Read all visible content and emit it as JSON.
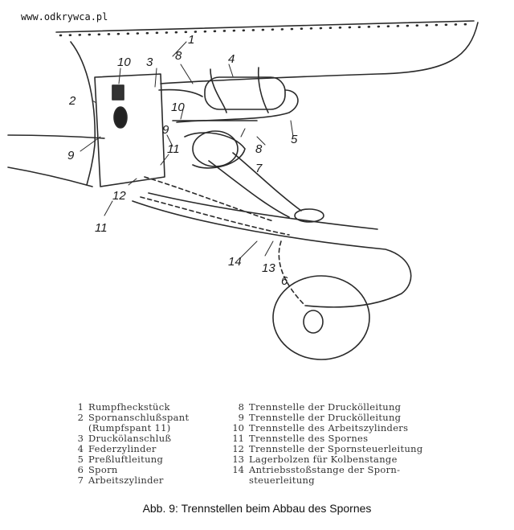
{
  "watermark": "www.odkrywca.pl",
  "callouts": [
    "1",
    "2",
    "3",
    "4",
    "5",
    "6",
    "7",
    "8",
    "8",
    "9",
    "9",
    "10",
    "10",
    "11",
    "11",
    "12",
    "13",
    "14"
  ],
  "legend_left": [
    {
      "num": "1",
      "text": "Rumpfheckstück"
    },
    {
      "num": "2",
      "text": "Spornanschlußspant"
    },
    {
      "num": "",
      "text": "(Rumpfspant 11)"
    },
    {
      "num": "3",
      "text": "Druckölanschluß"
    },
    {
      "num": "4",
      "text": "Federzylinder"
    },
    {
      "num": "5",
      "text": "Preßluftleitung"
    },
    {
      "num": "6",
      "text": "Sporn"
    },
    {
      "num": "7",
      "text": "Arbeitszylinder"
    }
  ],
  "legend_right": [
    {
      "num": "8",
      "text": "Trennstelle der Druckölleitung"
    },
    {
      "num": "9",
      "text": "Trennstelle der Druckölleitung"
    },
    {
      "num": "10",
      "text": "Trennstelle des Arbeitszylinders"
    },
    {
      "num": "11",
      "text": "Trennstelle des Spornes"
    },
    {
      "num": "12",
      "text": "Trennstelle der Spornsteuerleitung"
    },
    {
      "num": "13",
      "text": "Lagerbolzen für Kolbenstange"
    },
    {
      "num": "14",
      "text": "Antriebsstoßstange der Sporn-"
    },
    {
      "num": "",
      "text": "steuerleitung"
    }
  ],
  "caption": "Abb. 9: Trennstellen beim Abbau des Spornes"
}
